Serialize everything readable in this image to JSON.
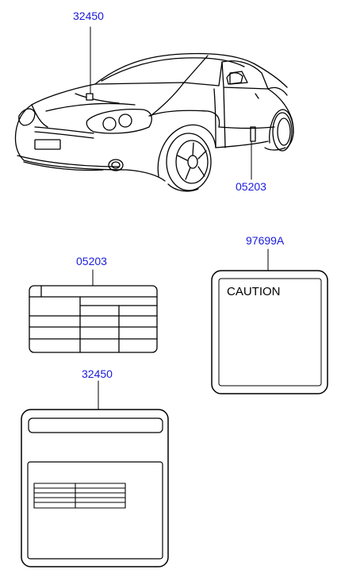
{
  "callouts": {
    "car_hood_label": "32450",
    "car_door_label": "05203",
    "tire_label": "05203",
    "caution_label": "97699A",
    "emission_label": "32450"
  },
  "caution_label": {
    "heading": "CAUTION"
  },
  "colors": {
    "part_number": "#1a1adb",
    "line": "#000000"
  }
}
